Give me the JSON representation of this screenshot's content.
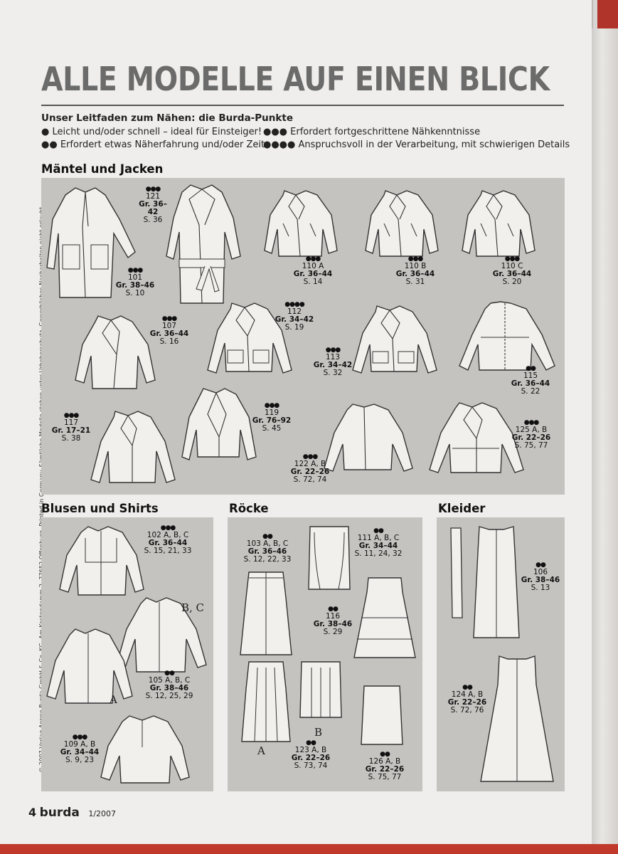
{
  "title": "ALLE MODELLE AUF EINEN BLICK",
  "legend": {
    "heading": "Unser Leitfaden zum Nähen: die Burda-Punkte",
    "items": [
      {
        "dots": "●",
        "text": "Leicht und/oder schnell – ideal für Einsteiger!"
      },
      {
        "dots": "●●",
        "text": "Erfordert etwas Näherfahrung und/oder Zeit"
      },
      {
        "dots": "●●●",
        "text": "Erfordert fortgeschrittene Nähkenntnisse"
      },
      {
        "dots": "●●●●",
        "text": "Anspruchsvoll in der Verarbeitung, mit schwierigen Details"
      }
    ]
  },
  "sections": {
    "jackets": "Mäntel und Jacken",
    "blouses": "Blusen und Shirts",
    "skirts": "Röcke",
    "dresses": "Kleider"
  },
  "models": [
    {
      "dots": "●●●",
      "num": "121",
      "size": "Gr. 36–42",
      "page": "S. 36"
    },
    {
      "dots": "●●●",
      "num": "101",
      "size": "Gr. 38–46",
      "page": "S. 10"
    },
    {
      "dots": "●●●",
      "num": "110 A",
      "size": "Gr. 36–44",
      "page": "S. 14"
    },
    {
      "dots": "●●●",
      "num": "110 B",
      "size": "Gr. 36–44",
      "page": "S. 31"
    },
    {
      "dots": "●●●",
      "num": "110 C",
      "size": "Gr. 36–44",
      "page": "S. 20"
    },
    {
      "dots": "●●●",
      "num": "107",
      "size": "Gr. 36–44",
      "page": "S. 16"
    },
    {
      "dots": "●●●●",
      "num": "112",
      "size": "Gr. 34–42",
      "page": "S. 19"
    },
    {
      "dots": "●●●",
      "num": "113",
      "size": "Gr. 34–42",
      "page": "S. 32"
    },
    {
      "dots": "●●",
      "num": "115",
      "size": "Gr. 36–44",
      "page": "S. 22"
    },
    {
      "dots": "●●●",
      "num": "117",
      "size": "Gr. 17–21",
      "page": "S. 38"
    },
    {
      "dots": "●●●",
      "num": "119",
      "size": "Gr. 76–92",
      "page": "S. 45"
    },
    {
      "dots": "●●●",
      "num": "122 A, B",
      "size": "Gr. 22–26",
      "page": "S. 72, 74"
    },
    {
      "dots": "●●●",
      "num": "125 A, B",
      "size": "Gr. 22–26",
      "page": "S. 75, 77"
    },
    {
      "dots": "●●●",
      "num": "102 A, B, C",
      "size": "Gr. 36–44",
      "page": "S. 15, 21, 33"
    },
    {
      "dots": "●●",
      "num": "105 A, B, C",
      "size": "Gr. 38–46",
      "page": "S. 12, 25, 29"
    },
    {
      "dots": "●●●",
      "num": "109 A, B",
      "size": "Gr. 34–44",
      "page": "S. 9, 23"
    },
    {
      "dots": "●●",
      "num": "103 A, B, C",
      "size": "Gr. 36–46",
      "page": "S. 12, 22, 33"
    },
    {
      "dots": "●●",
      "num": "111 A, B, C",
      "size": "Gr. 34–44",
      "page": "S. 11, 24, 32"
    },
    {
      "dots": "●●",
      "num": "116",
      "size": "Gr. 38–46",
      "page": "S. 29"
    },
    {
      "dots": "●●",
      "num": "123 A, B",
      "size": "Gr. 22–26",
      "page": "S. 73, 74"
    },
    {
      "dots": "●●",
      "num": "126 A, B",
      "size": "Gr. 22–26",
      "page": "S. 75, 77"
    },
    {
      "dots": "●●",
      "num": "106",
      "size": "Gr. 38–46",
      "page": "S. 13"
    },
    {
      "dots": "●●",
      "num": "124 A, B",
      "size": "Gr. 22–26",
      "page": "S. 72, 76"
    }
  ],
  "variant_labels": {
    "bc": "B, C",
    "a_blouse": "A",
    "a_skirt": "A",
    "b_skirt": "B"
  },
  "sidebar_text": "© 2007 Verlag Aenne Burda GmbH & Co. KG, Am Kestendamm 2, 77652 Offenburg. Printed in Germany. Sämtliche Modelle stehen unter Urheberschutz. Gewerbliches Nacharbeiten nicht erlaubt.",
  "footer": {
    "page_number": "4",
    "brand": "burda",
    "issue": "1/2007"
  }
}
